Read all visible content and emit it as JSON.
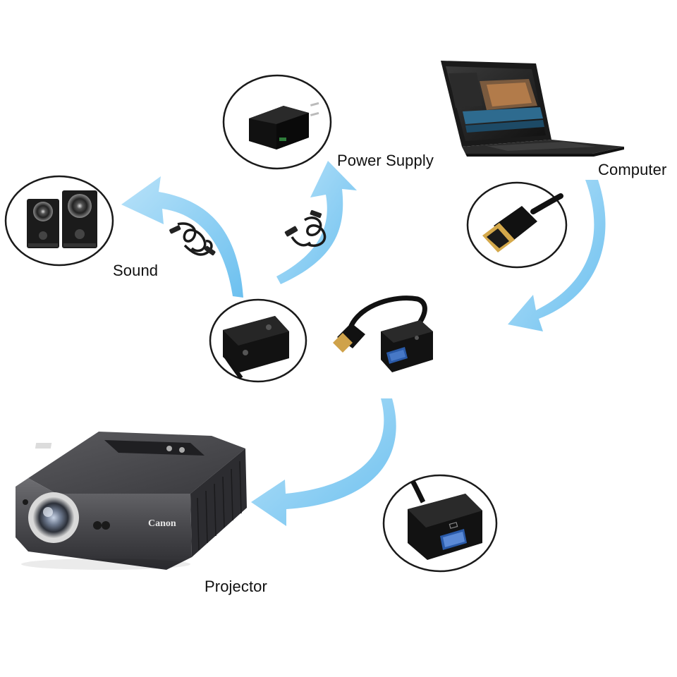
{
  "labels": {
    "power_supply": "Power Supply",
    "computer": "Computer",
    "sound": "Sound",
    "projector": "Projector"
  },
  "projector_brand": "Canon",
  "colors": {
    "arrow": "#8fd0f4",
    "arrow_dark": "#4db3ea",
    "device_black": "#141414",
    "circle_border": "#1a1a1a",
    "vga_port": "#2a5aa8"
  },
  "icons": [
    "power-adapter-icon",
    "laptop-icon",
    "speakers-icon",
    "hdmi-plug-icon",
    "audio-cable-icon",
    "usb-cable-icon",
    "hdmi-vga-adapter-icon",
    "projector-icon"
  ]
}
